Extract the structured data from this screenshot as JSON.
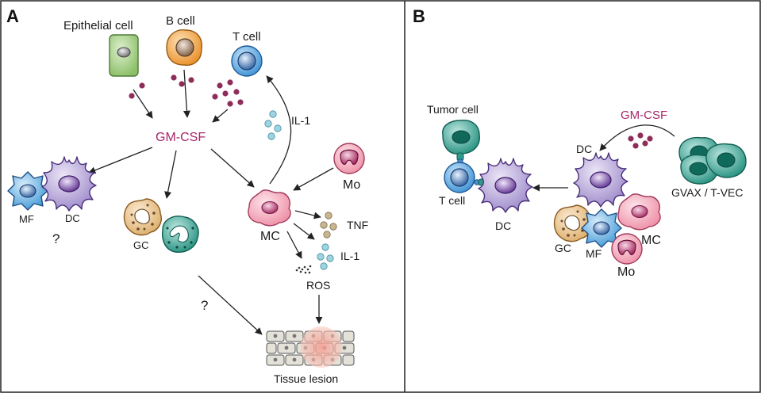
{
  "panels": {
    "a": {
      "letter": "A",
      "cells": {
        "epithelial": "Epithelial cell",
        "b_cell": "B cell",
        "t_cell": "T cell",
        "mo": "Mo",
        "mf": "MF",
        "dc": "DC",
        "gc": "GC",
        "mc": "MC"
      },
      "factors": {
        "gm_csf": "GM-CSF",
        "il1_top": "IL-1",
        "tnf": "TNF",
        "il1": "IL-1",
        "ros": "ROS"
      },
      "question_1": "?",
      "question_2": "?",
      "outcome": "Tissue lesion"
    },
    "b": {
      "letter": "B",
      "cells": {
        "tumor": "Tumor cell",
        "t_cell": "T cell",
        "dc_left": "DC",
        "dc_top": "DC",
        "gc": "GC",
        "mf": "MF",
        "mc": "MC",
        "mo": "Mo"
      },
      "gm_csf": "GM-CSF",
      "vaccine": "GVAX / T-VEC"
    }
  },
  "colors": {
    "gm_csf": "#a8266a",
    "granule": "#8e2d5a",
    "epithelial": "#a9d18e",
    "b_cell": "#f0a040",
    "t_cell": "#4ea3e0",
    "mo": "#f3a3b6",
    "mc": "#f6b8c3",
    "dc": "#b3a2d8",
    "mf": "#6fb9ea",
    "gc": "#efc891",
    "tumor": "#35a89a",
    "il1": "#86c8d6",
    "tnf": "#b7a27d",
    "lesion": "#f6b2a6"
  }
}
